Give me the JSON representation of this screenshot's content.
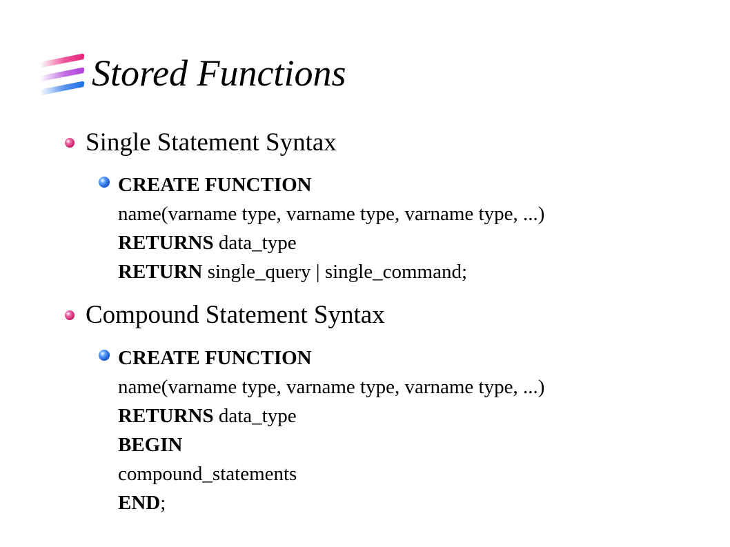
{
  "slide": {
    "title": "Stored Functions",
    "bullets": [
      {
        "label": "Single Statement Syntax",
        "code": [
          {
            "kw": "CREATE FUNCTION",
            "rest": ""
          },
          {
            "kw": "",
            "rest": "name(varname type, varname type, varname type, ...)"
          },
          {
            "kw": "RETURNS",
            "rest": " data_type"
          },
          {
            "kw": "RETURN",
            "rest": " single_query | single_command;"
          }
        ]
      },
      {
        "label": "Compound Statement Syntax",
        "code": [
          {
            "kw": "CREATE FUNCTION",
            "rest": ""
          },
          {
            "kw": "",
            "rest": "name(varname type, varname type, varname type, ...)"
          },
          {
            "kw": "RETURNS",
            "rest": " data_type"
          },
          {
            "kw": "BEGIN",
            "rest": ""
          },
          {
            "kw": "",
            "rest": "compound_statements"
          },
          {
            "kw": "END",
            "rest": ";"
          }
        ]
      }
    ],
    "colors": {
      "bullet_level1": "#e8207a",
      "bullet_level2": "#1e6fe8",
      "logo_stripes": [
        "#e8207a",
        "#b040d8",
        "#1e6fe8"
      ]
    },
    "icons": {
      "logo": "striped-ribbon-icon",
      "bullet_level1": "pink-ball-bullet-icon",
      "bullet_level2": "blue-ball-bullet-icon"
    }
  }
}
